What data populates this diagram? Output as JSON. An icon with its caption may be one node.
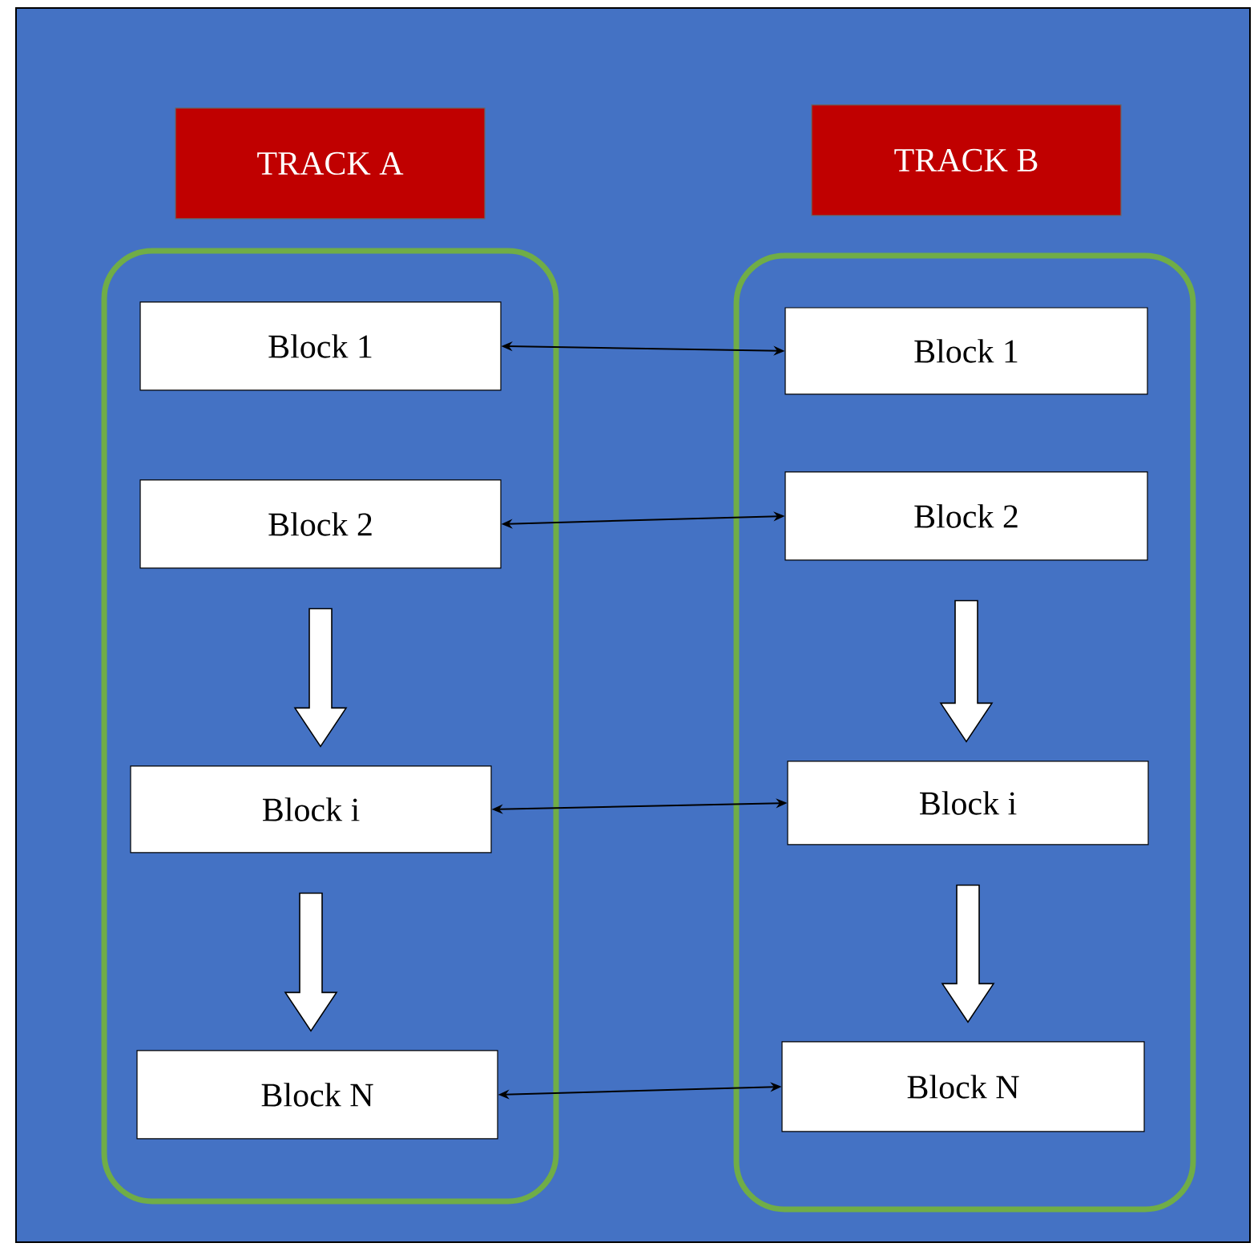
{
  "diagram": {
    "nodes": [
      {
        "text": [
          "TRACK A"
        ]
      },
      {
        "text": [
          "TRACK B"
        ]
      },
      {
        "text": [],
        "shape": "box"
      },
      {
        "text": [
          "Block 1"
        ],
        "in": 2
      },
      {
        "text": [
          "Block 2"
        ],
        "in": 2
      },
      {
        "text": [
          "Block i"
        ],
        "in": 2
      },
      {
        "text": [
          "Block N"
        ],
        "in": 2
      },
      {
        "text": [],
        "shape": "box"
      },
      {
        "text": [
          "Block 1"
        ],
        "in": 7
      },
      {
        "text": [
          "Block 2"
        ],
        "in": 7
      },
      {
        "text": [
          "Block i"
        ],
        "in": 7
      },
      {
        "text": [
          "Block N"
        ],
        "in": 7
      }
    ],
    "edges": [
      {
        "from": 3,
        "to": 8,
        "arrow": "both"
      },
      {
        "from": 4,
        "to": 9,
        "arrow": "both"
      },
      {
        "from": 5,
        "to": 10,
        "arrow": "both"
      },
      {
        "from": 6,
        "to": 11,
        "arrow": "both"
      },
      {
        "from": 4,
        "to": 5,
        "arrow": "to",
        "style": "thick"
      },
      {
        "from": 5,
        "to": 6,
        "arrow": "to",
        "style": "thick"
      },
      {
        "from": 9,
        "to": 10,
        "arrow": "to",
        "style": "thick"
      },
      {
        "from": 10,
        "to": 11,
        "arrow": "to",
        "style": "thick"
      }
    ]
  }
}
